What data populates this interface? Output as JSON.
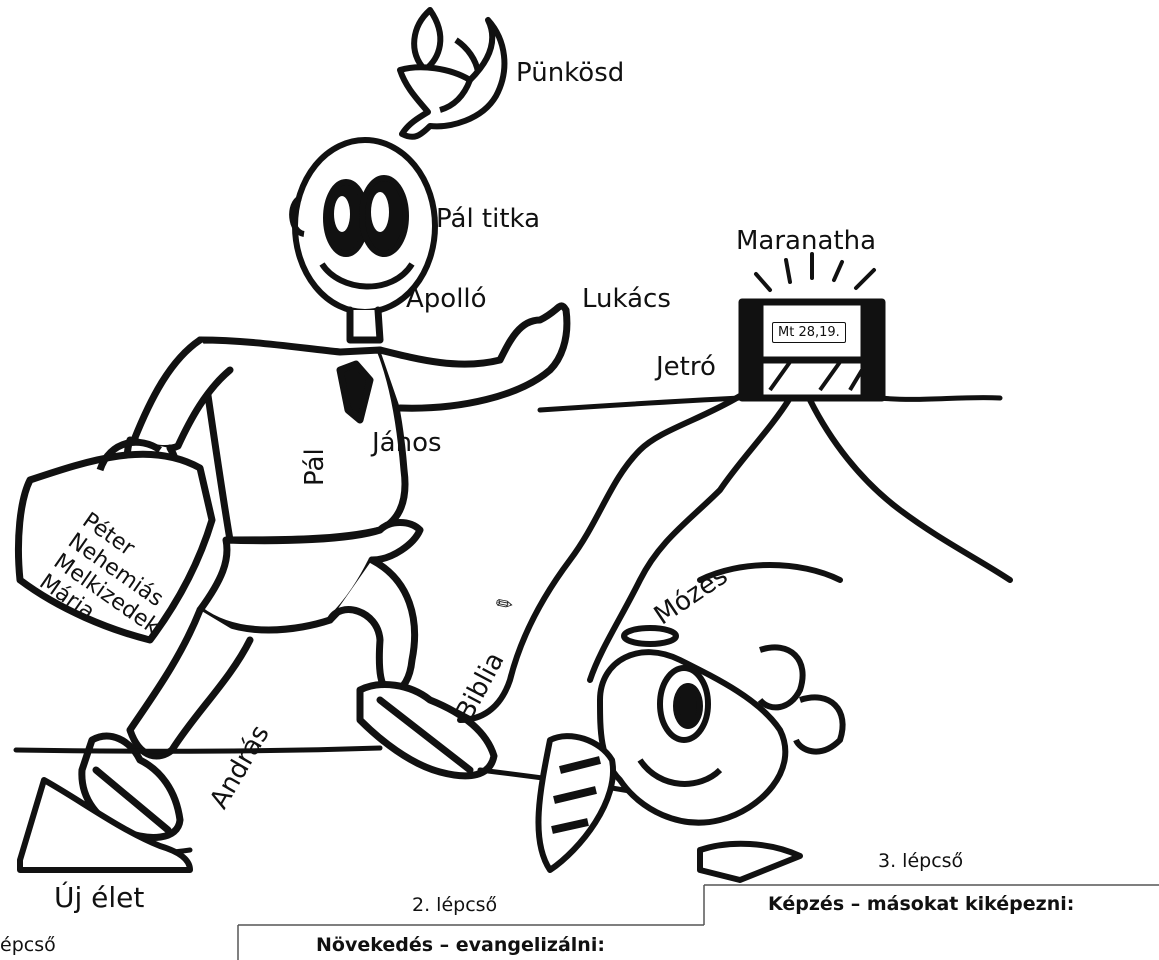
{
  "labels": {
    "pentecost": "Pünkösd",
    "paul_secret": "Pál titka",
    "apollos": "Apolló",
    "luke": "Lukács",
    "maranatha": "Maranatha",
    "jethro": "Jetró",
    "paul": "Pál",
    "john": "János",
    "moses": "Mózes",
    "bible": "Biblia",
    "andrew": "András",
    "new_life": "Új élet",
    "sign_verse": "Mt 28,19."
  },
  "case_names": [
    "Péter",
    "Nehemiás",
    "Melkizedek",
    "Mária"
  ],
  "steps": {
    "step1_label": "épcső",
    "step2_label": "2. lépcső",
    "step2_title": "Növekedés – evangelizálni:",
    "step3_label": "3. lépcső",
    "step3_title": "Képzés – másokat kiképezni:"
  }
}
